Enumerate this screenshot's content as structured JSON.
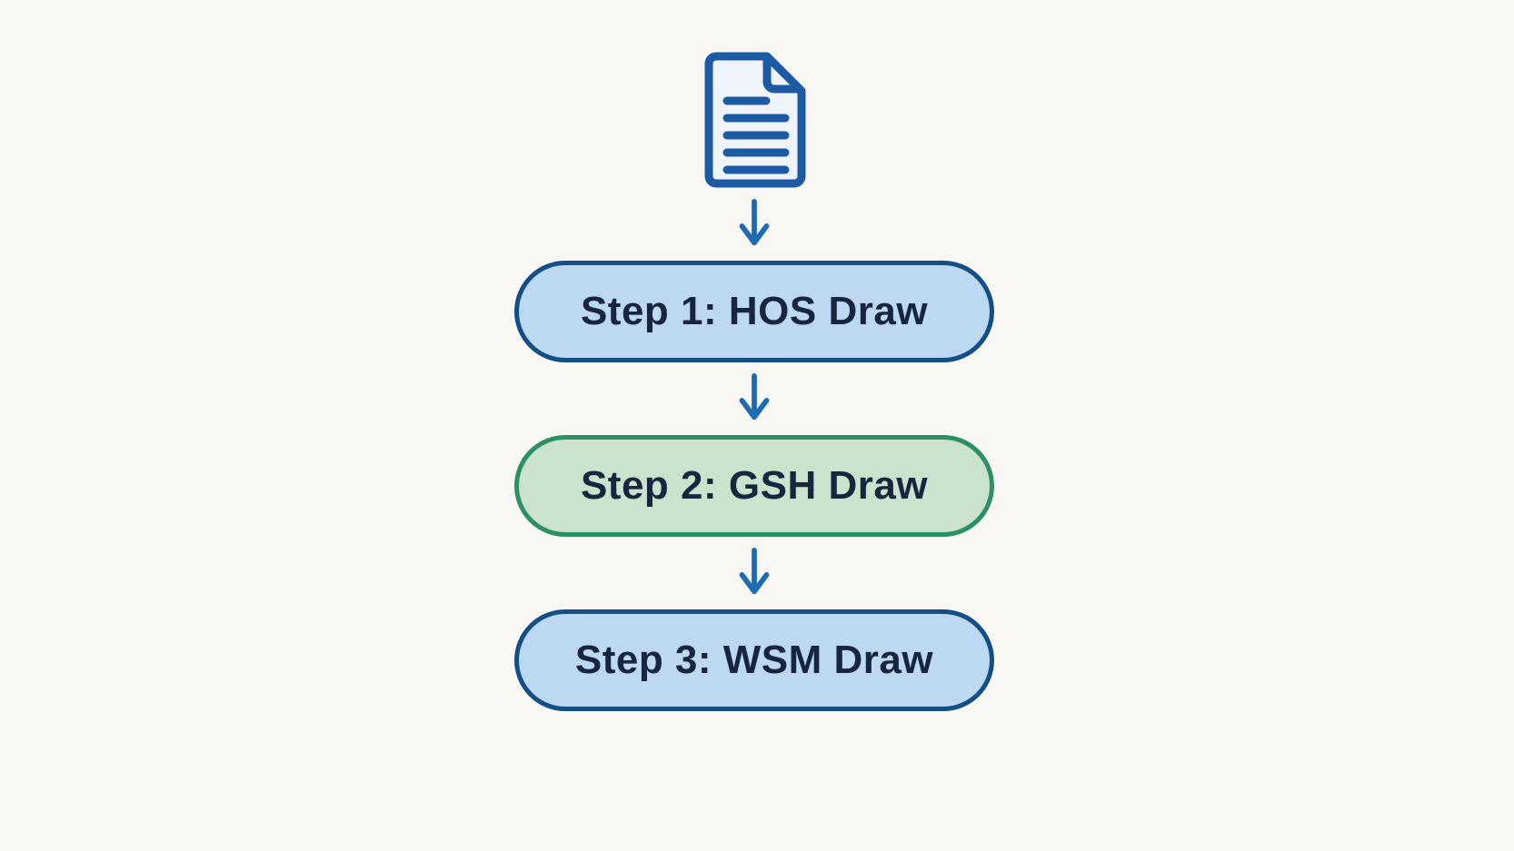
{
  "diagram": {
    "description": "Vertical flowchart from a source document through three draw steps",
    "source_icon": "document-icon",
    "connector_icon": "arrow-down-icon",
    "steps": [
      {
        "label": "Step 1: HOS Draw",
        "color": "blue"
      },
      {
        "label": "Step 2: GSH Draw",
        "color": "green"
      },
      {
        "label": "Step 3: WSM Draw",
        "color": "blue"
      }
    ]
  },
  "colors": {
    "background": "#f8f7f4",
    "text": "#17253f",
    "arrow": "#1e6bb2",
    "icon_stroke": "#1c5aa4",
    "icon_fill": "#eff4fa",
    "blue_fill": "#bdd8f1",
    "blue_border": "#134e87",
    "green_fill": "#cbe3cc",
    "green_border": "#2b9165"
  }
}
